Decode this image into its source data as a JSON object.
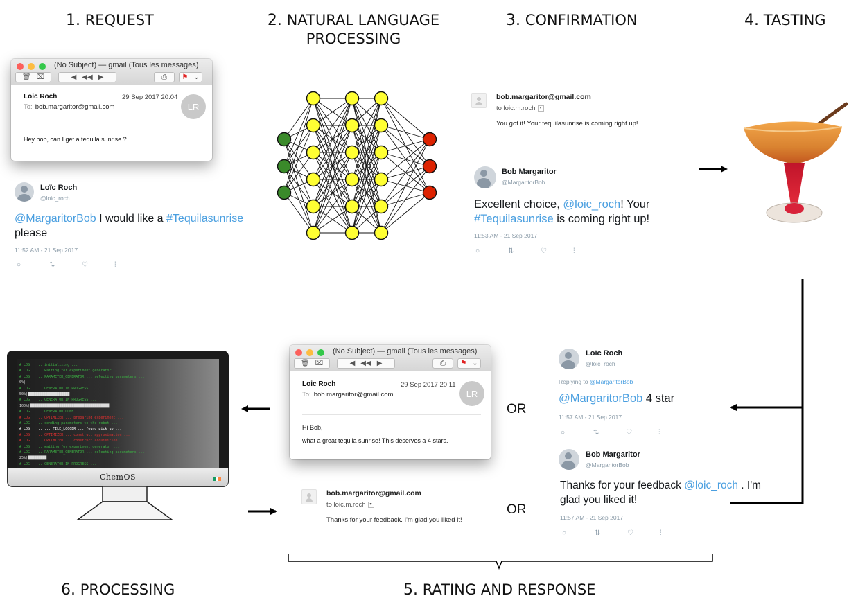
{
  "steps": [
    {
      "num": "1.",
      "label": "REQUEST"
    },
    {
      "num": "2.",
      "label": "NATURAL LANGUAGE",
      "label2": "PROCESSING"
    },
    {
      "num": "3.",
      "label": "CONFIRMATION"
    },
    {
      "num": "4.",
      "label": "TASTING"
    },
    {
      "num": "5.",
      "label": "RATING AND RESPONSE"
    },
    {
      "num": "6.",
      "label": "PROCESSING"
    }
  ],
  "request_mail": {
    "window_title": "(No Subject) — gmail (Tous les messages)",
    "from": "Loic Roch",
    "date": "29 Sep 2017 20:04",
    "to_label": "To:",
    "to": "bob.margaritor@gmail.com",
    "avatar": "LR",
    "body": "Hey bob, can I get a tequila sunrise ?"
  },
  "request_tweet": {
    "name": "Loïc Roch",
    "handle": "@loic_roch",
    "mention": "@MargaritorBob",
    "text": " I would like a ",
    "hashtag": "#Tequilasunrise",
    "text_end": "please",
    "time": "11:52 AM - 21 Sep 2017"
  },
  "confirm_gmail": {
    "from": "bob.margaritor@gmail.com",
    "to": "to loic.m.roch",
    "body": "You got it! Your tequilasunrise is coming right up!"
  },
  "confirm_tweet": {
    "name": "Bob Margaritor",
    "handle": "@MargaritorBob",
    "text1": "Excellent choice, ",
    "mention": "@loic_roch",
    "text2": "! Your",
    "hashtag": "#Tequilasunrise",
    "text3": " is coming right up!",
    "time": "11:53 AM - 21 Sep 2017"
  },
  "rating_mail": {
    "window_title": "(No Subject) — gmail (Tous les messages)",
    "from": "Loic Roch",
    "date": "29 Sep 2017 20:11",
    "to_label": "To:",
    "to": "bob.margaritor@gmail.com",
    "avatar": "LR",
    "greeting": "Hi Bob,",
    "body": "what a great tequila sunrise! This deserves a 4 stars."
  },
  "response_gmail": {
    "from": "bob.margaritor@gmail.com",
    "to": "to loic.m.roch",
    "body": "Thanks for your feedback. I'm glad you liked it!"
  },
  "rating_tweet": {
    "name": "Loïc Roch",
    "handle": "@loic_roch",
    "replying": "Replying to ",
    "replying_to": "@MargaritorBob",
    "mention": "@MargaritorBob",
    "text": " 4 star",
    "time": "11:57 AM - 21 Sep 2017"
  },
  "response_tweet": {
    "name": "Bob Margaritor",
    "handle": "@MargaritorBob",
    "text1": "Thanks for your feedback ",
    "mention": "@loic_roch",
    "text2": " . I'm",
    "text3": "glad you liked it!",
    "time": "11:57 AM - 21 Sep 2017"
  },
  "or_labels": [
    "OR",
    "OR"
  ],
  "monitor": {
    "brand": "ChemOS",
    "terminal": [
      {
        "t": "# LOG | ... initializing ...",
        "c": "#3cb043"
      },
      {
        "t": "# LOG | ... waiting for experiment generator ...",
        "c": "#3cb043"
      },
      {
        "t": "# LOG | ... PARAMETER_GENERATOR ... selecting parameters ...",
        "c": "#3cb043"
      },
      {
        "t": "   0%|",
        "c": "#dddddd"
      },
      {
        "t": "# LOG | ... GENERATOR IN PROGRESS ...",
        "c": "#3cb043"
      },
      {
        "t": "  50%|████████████████████",
        "c": "#dddddd"
      },
      {
        "t": "# LOG | ... GENERATOR IN PROGRESS ...",
        "c": "#3cb043"
      },
      {
        "t": " 100%|██████████████████████████████████████",
        "c": "#dddddd"
      },
      {
        "t": "# LOG | ... GENERATOR DONE ...",
        "c": "#3cb043"
      },
      {
        "t": "# LOG | ... OPTIMIZER ... preparing experiment ...",
        "c": "#e03030"
      },
      {
        "t": "# LOG | ... sending parameters to the robot ...",
        "c": "#3cb043"
      },
      {
        "t": "# LOG | ... ... FILE_LOGGER ... found pick up ...",
        "c": "#ffffff"
      },
      {
        "t": "# LOG | ... OPTIMIZER ... construct approximation ...",
        "c": "#e03030"
      },
      {
        "t": "# LOG | ... OPTIMIZER ... construct acquisition ...",
        "c": "#e03030"
      },
      {
        "t": "# LOG | ... waiting for experiment generator ...",
        "c": "#3cb043"
      },
      {
        "t": "# LOG | ... PARAMETER_GENERATOR ... selecting parameters ...",
        "c": "#3cb043"
      },
      {
        "t": "  25%|█████████",
        "c": "#dddddd"
      },
      {
        "t": "# LOG | ... GENERATOR IN PROGRESS ...",
        "c": "#3cb043"
      }
    ]
  },
  "colors": {
    "input_node": "#3a8a2a",
    "hidden_node": "#ffff33",
    "output_node": "#dd2200",
    "link": "#4a9fe0"
  },
  "icons": [
    "trash-icon",
    "junk-icon",
    "reply-icon",
    "reply-all-icon",
    "forward-icon",
    "print-icon",
    "flag-icon",
    "comment-icon",
    "retweet-icon",
    "like-icon",
    "stats-icon"
  ]
}
